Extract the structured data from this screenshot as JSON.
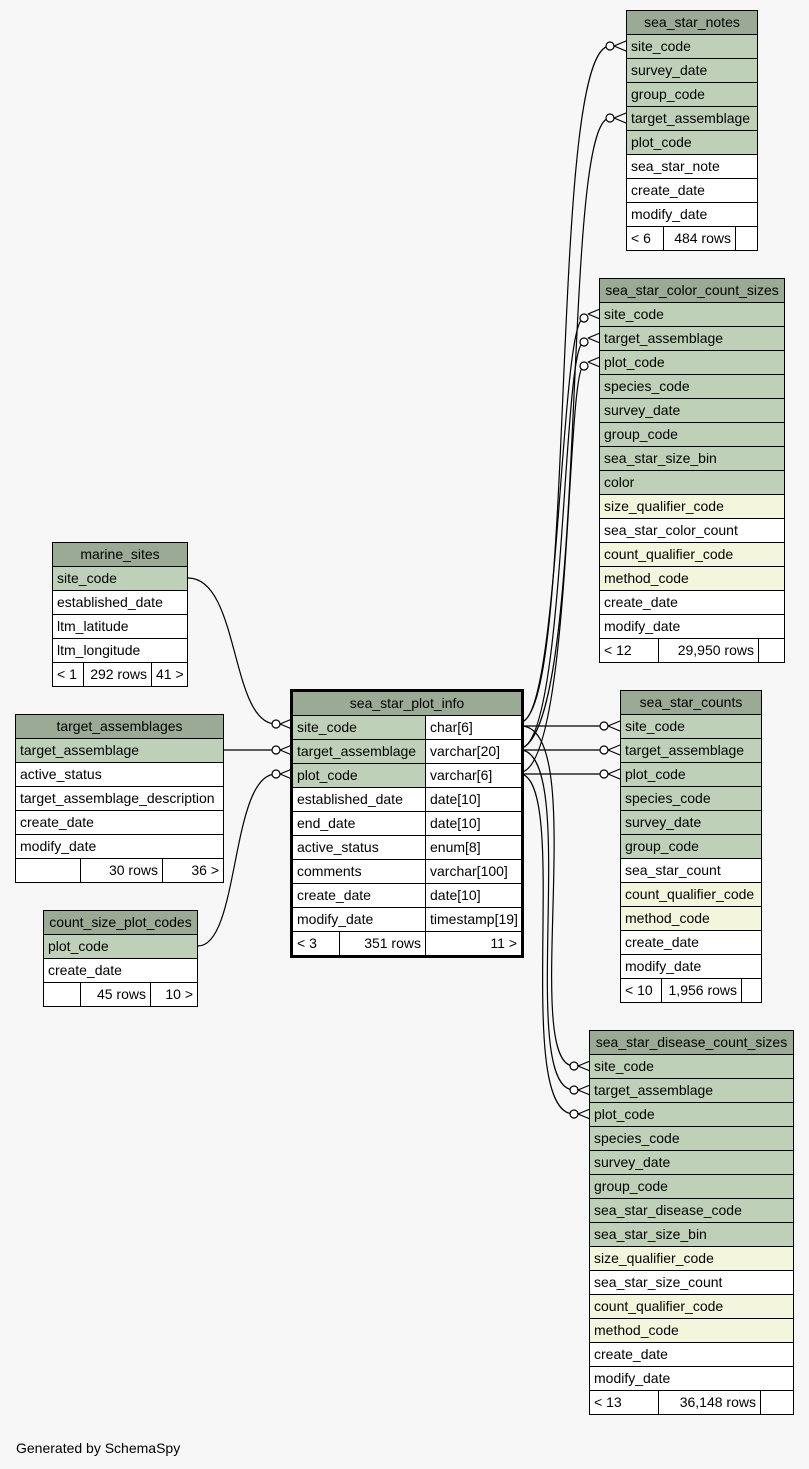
{
  "footer": "Generated by SchemaSpy",
  "tables": {
    "sea_star_notes": {
      "name": "sea_star_notes",
      "columns": [
        "site_code",
        "survey_date",
        "group_code",
        "target_assemblage",
        "plot_code",
        "sea_star_note",
        "create_date",
        "modify_date"
      ],
      "footer": [
        "< 6",
        "484 rows",
        ""
      ]
    },
    "sea_star_color_count_sizes": {
      "name": "sea_star_color_count_sizes",
      "columns": [
        "site_code",
        "target_assemblage",
        "plot_code",
        "species_code",
        "survey_date",
        "group_code",
        "sea_star_size_bin",
        "color",
        "size_qualifier_code",
        "sea_star_color_count",
        "count_qualifier_code",
        "method_code",
        "create_date",
        "modify_date"
      ],
      "footer": [
        "< 12",
        "29,950 rows",
        ""
      ]
    },
    "marine_sites": {
      "name": "marine_sites",
      "columns": [
        "site_code",
        "established_date",
        "ltm_latitude",
        "ltm_longitude"
      ],
      "footer": [
        "< 1",
        "292 rows",
        "41 >"
      ]
    },
    "target_assemblages": {
      "name": "target_assemblages",
      "columns": [
        "target_assemblage",
        "active_status",
        "target_assemblage_description",
        "create_date",
        "modify_date"
      ],
      "footer": [
        "",
        "30 rows",
        "36 >"
      ]
    },
    "count_size_plot_codes": {
      "name": "count_size_plot_codes",
      "columns": [
        "plot_code",
        "create_date"
      ],
      "footer": [
        "",
        "45 rows",
        "10 >"
      ]
    },
    "sea_star_plot_info": {
      "name": "sea_star_plot_info",
      "columns": [
        "site_code",
        "target_assemblage",
        "plot_code",
        "established_date",
        "end_date",
        "active_status",
        "comments",
        "create_date",
        "modify_date"
      ],
      "types": [
        "char[6]",
        "varchar[20]",
        "varchar[6]",
        "date[10]",
        "date[10]",
        "enum[8]",
        "varchar[100]",
        "date[10]",
        "timestamp[19]"
      ],
      "footer": [
        "< 3",
        "351 rows",
        "11 >"
      ]
    },
    "sea_star_counts": {
      "name": "sea_star_counts",
      "columns": [
        "site_code",
        "target_assemblage",
        "plot_code",
        "species_code",
        "survey_date",
        "group_code",
        "sea_star_count",
        "count_qualifier_code",
        "method_code",
        "create_date",
        "modify_date"
      ],
      "footer": [
        "< 10",
        "1,956 rows",
        ""
      ]
    },
    "sea_star_disease_count_sizes": {
      "name": "sea_star_disease_count_sizes",
      "columns": [
        "site_code",
        "target_assemblage",
        "plot_code",
        "species_code",
        "survey_date",
        "group_code",
        "sea_star_disease_code",
        "sea_star_size_bin",
        "size_qualifier_code",
        "sea_star_size_count",
        "count_qualifier_code",
        "method_code",
        "create_date",
        "modify_date"
      ],
      "footer": [
        "< 13",
        "36,148 rows",
        ""
      ]
    }
  }
}
